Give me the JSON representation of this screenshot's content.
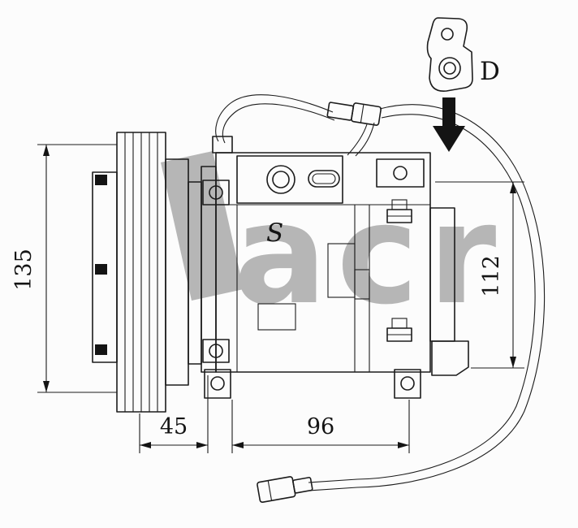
{
  "diagram": {
    "watermark": "acr",
    "labels": {
      "dim_height": "135",
      "dim_rear_height": "112",
      "dim_pulley_offset": "45",
      "dim_mount_span": "96",
      "suction_port": "S",
      "discharge_port": "D"
    },
    "colors": {
      "line": "#1c1c1c",
      "watermark": "#b6b6b6",
      "arrow_fill": "#141414",
      "background": "#fcfcfc"
    }
  }
}
